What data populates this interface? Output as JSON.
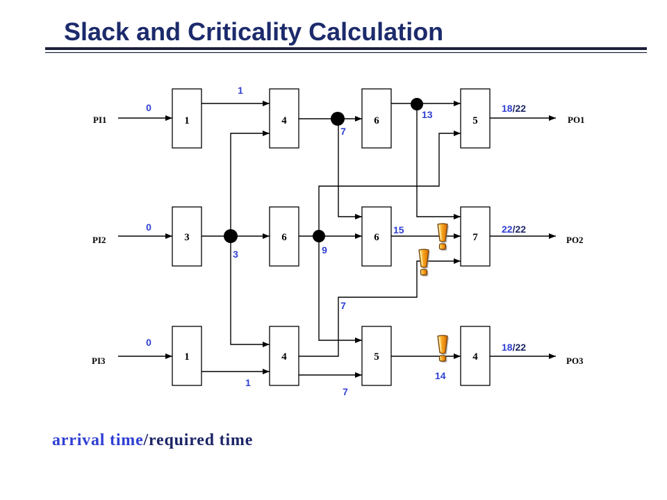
{
  "title": "Slack and Criticality Calculation",
  "primary_inputs": [
    {
      "label": "PI1",
      "arrival": "0"
    },
    {
      "label": "PI2",
      "arrival": "0"
    },
    {
      "label": "PI3",
      "arrival": "0"
    }
  ],
  "gates": [
    [
      "1",
      "4",
      "6",
      "5"
    ],
    [
      "3",
      "6",
      "6",
      "7"
    ],
    [
      "1",
      "4",
      "5",
      "4"
    ]
  ],
  "wire_arrivals": {
    "r1c1_out": "1",
    "r1c2_out": "7",
    "r1c3_out": "13",
    "r2c1_out": "3",
    "r2c2_out": "9",
    "r2c3_out": "15",
    "r3c1_out": "1",
    "r3c2_out_upper": "7",
    "r3c2_out_lower": "7",
    "r3c3_out": "14"
  },
  "primary_outputs": [
    {
      "label": "PO1",
      "arrival": "18",
      "separator": "/",
      "required": "22"
    },
    {
      "label": "PO2",
      "arrival": "22",
      "separator": "/",
      "required": "22"
    },
    {
      "label": "PO3",
      "arrival": "18",
      "separator": "/",
      "required": "22"
    }
  ],
  "icons": {
    "critical_marker": "exclamation-icon",
    "fanout_node": "filled-dot"
  },
  "legend": {
    "arrival": "arrival time",
    "separator": "/",
    "required": "required time"
  },
  "colors": {
    "title": "#1c2b6b",
    "arrival": "#2e3fd2",
    "required": "#1c2566",
    "wire": "#000000",
    "critical_icon": "#f5a01a"
  }
}
